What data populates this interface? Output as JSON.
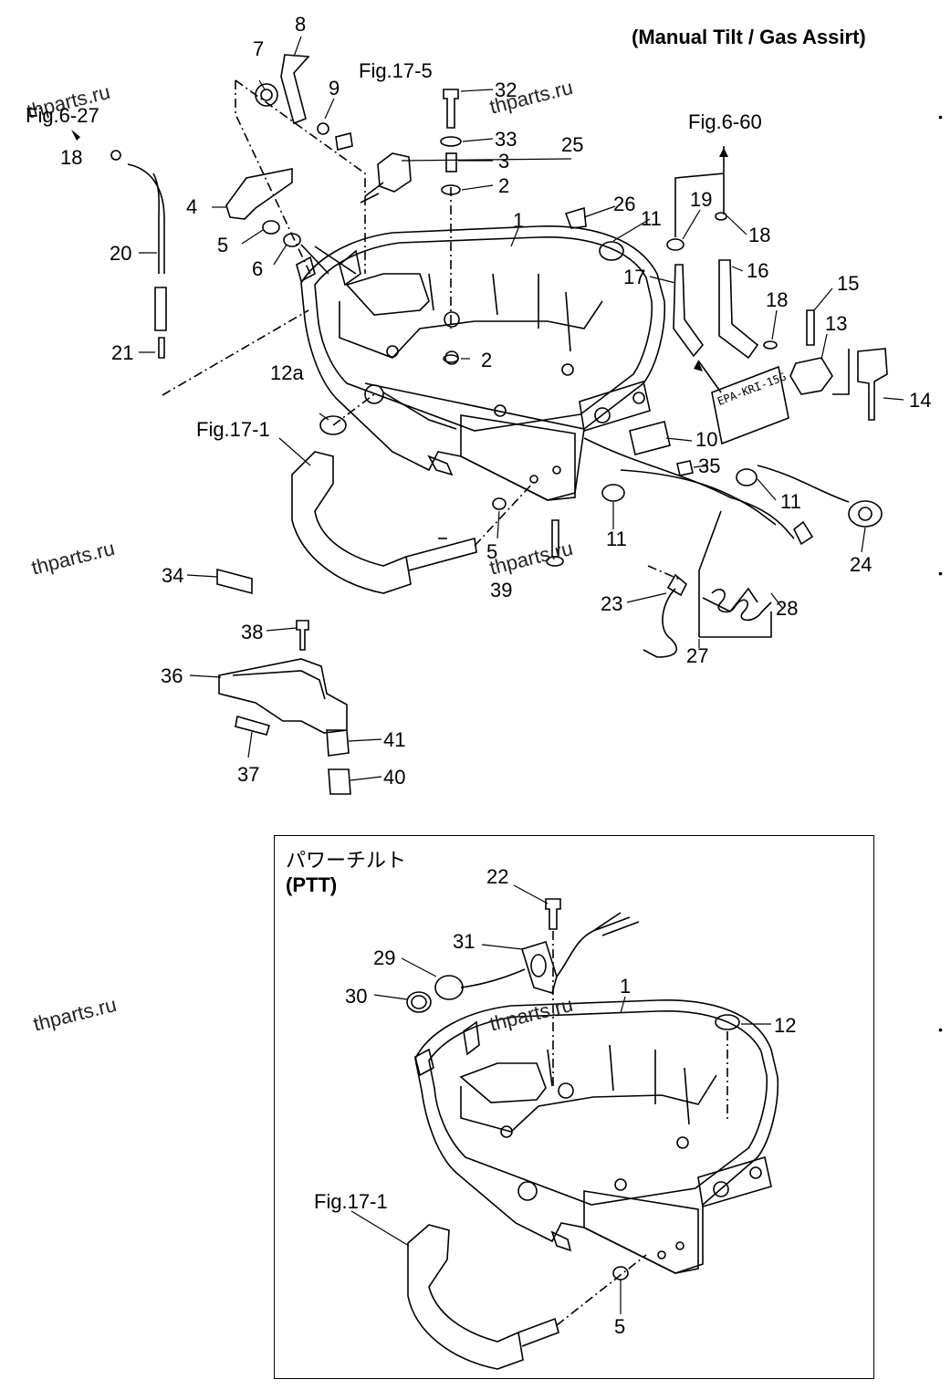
{
  "title": "(Manual Tilt / Gas Assirt)",
  "ptt": {
    "title_jp": "パワーチルト",
    "title_en": "(PTT)"
  },
  "watermark": "thparts.ru",
  "refs": {
    "fig_17_5": "Fig.17-5",
    "fig_6_27": "Fig.6-27",
    "fig_6_60": "Fig.6-60",
    "fig_17_1": "Fig.17-1",
    "fig_17_1_ptt": "Fig.17-1"
  },
  "callouts": {
    "c1": "1",
    "c2a": "2",
    "c2b": "2",
    "c3": "3",
    "c4": "4",
    "c5a": "5",
    "c5b": "5",
    "c6": "6",
    "c7": "7",
    "c8": "8",
    "c9": "9",
    "c10": "10",
    "c11a": "11",
    "c11b": "11",
    "c11c": "11",
    "c12a": "12a",
    "c13": "13",
    "c14": "14",
    "c15": "15",
    "c16": "16",
    "c17": "17",
    "c18a": "18",
    "c18b": "18",
    "c18c": "18",
    "c19": "19",
    "c20": "20",
    "c21": "21",
    "c23": "23",
    "c24": "24",
    "c25": "25",
    "c26": "26",
    "c27": "27",
    "c28": "28",
    "c32": "32",
    "c33": "33",
    "c34": "34",
    "c35": "35",
    "c36": "36",
    "c37": "37",
    "c38": "38",
    "c39": "39",
    "c40": "40",
    "c41": "41",
    "p1": "1",
    "p5": "5",
    "p12": "12",
    "p22": "22",
    "p29": "29",
    "p30": "30",
    "p31": "31"
  },
  "epa_label": "EPA-KRI-15G"
}
